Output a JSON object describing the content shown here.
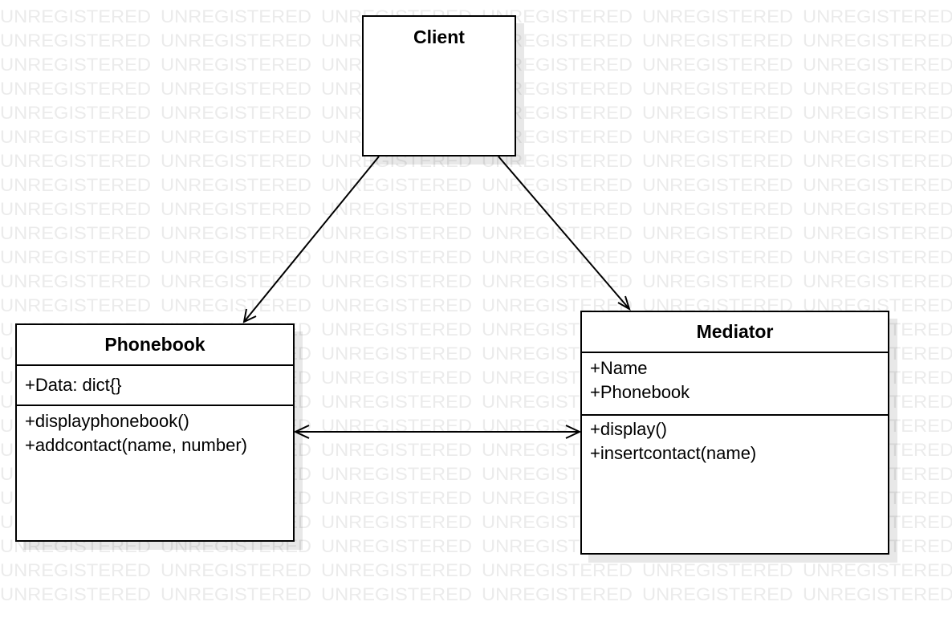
{
  "watermark": {
    "text": "UNREGISTERED",
    "color": "#ebebeb"
  },
  "diagram": {
    "classes": {
      "client": {
        "name": "Client",
        "attributes": [],
        "operations": []
      },
      "phonebook": {
        "name": "Phonebook",
        "attributes": [
          "+Data: dict{}"
        ],
        "operations": [
          "+displayphonebook()",
          "+addcontact(name, number)"
        ]
      },
      "mediator": {
        "name": "Mediator",
        "attributes": [
          "+Name",
          "+Phonebook"
        ],
        "operations": [
          "+display()",
          "+insertcontact(name)"
        ]
      }
    },
    "relations": [
      {
        "from": "Client",
        "to": "Phonebook",
        "kind": "navigable association"
      },
      {
        "from": "Client",
        "to": "Mediator",
        "kind": "navigable association"
      },
      {
        "from": "Phonebook",
        "to": "Mediator",
        "kind": "bidirectional association"
      }
    ]
  }
}
